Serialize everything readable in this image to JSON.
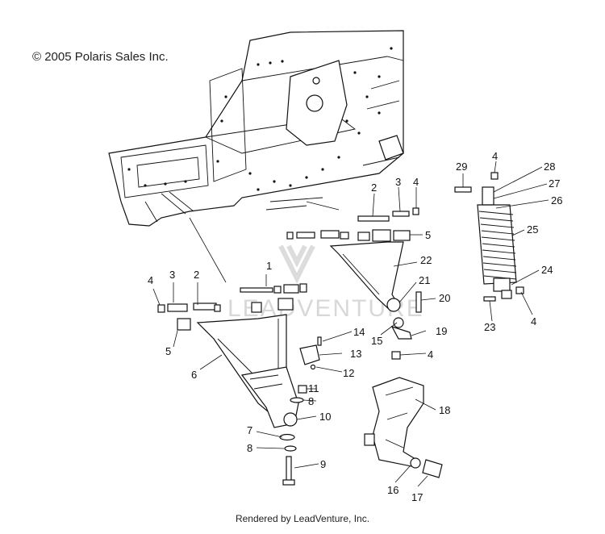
{
  "copyright": "© 2005 Polaris Sales Inc.",
  "footer": "Rendered by LeadVenture, Inc.",
  "watermark": "LEADVENTURE",
  "callouts": {
    "c1": "1",
    "c2a": "2",
    "c2b": "2",
    "c3a": "3",
    "c3b": "3",
    "c4a": "4",
    "c4b": "4",
    "c4c": "4",
    "c4d": "4",
    "c4e": "4",
    "c5a": "5",
    "c5b": "5",
    "c6": "6",
    "c7": "7",
    "c8a": "8",
    "c8b": "8",
    "c9": "9",
    "c10": "10",
    "c11": "11",
    "c12": "12",
    "c13": "13",
    "c14": "14",
    "c15": "15",
    "c16": "16",
    "c17": "17",
    "c18": "18",
    "c19": "19",
    "c20": "20",
    "c21": "21",
    "c22": "22",
    "c23": "23",
    "c24": "24",
    "c25": "25",
    "c26": "26",
    "c27": "27",
    "c28": "28",
    "c29": "29"
  }
}
